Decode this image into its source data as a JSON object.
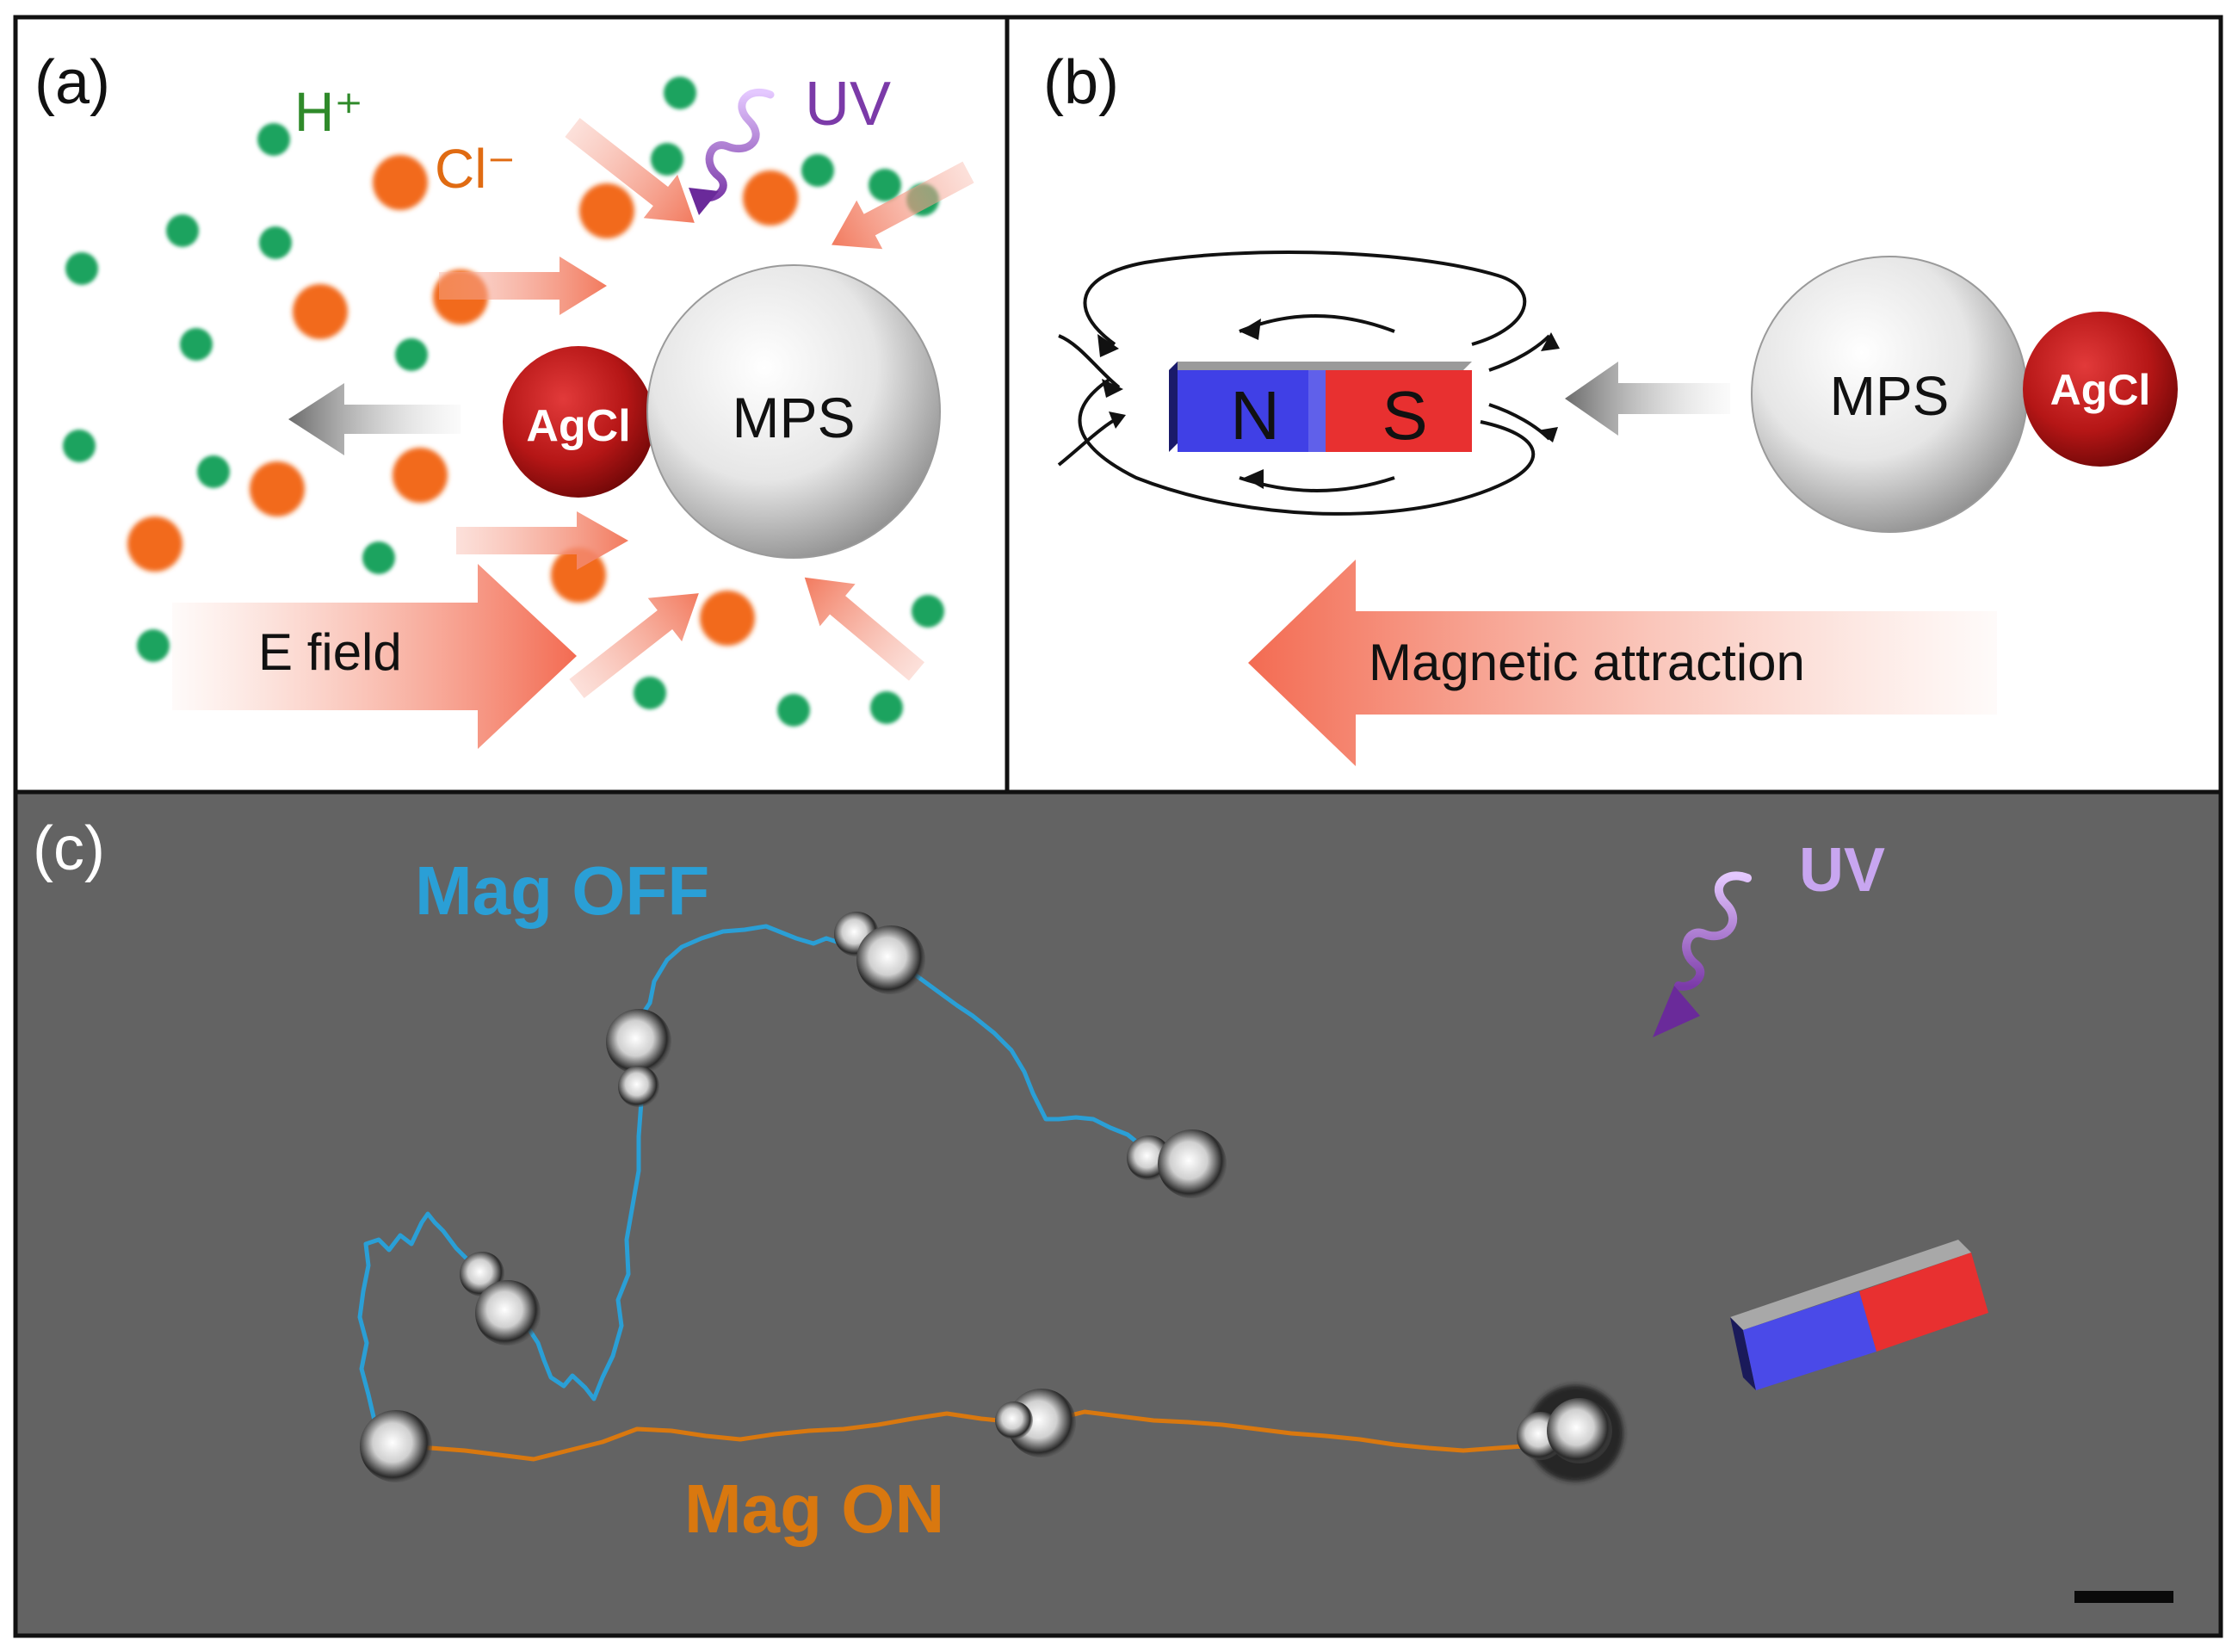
{
  "panel_a": {
    "label": "(a)",
    "proton_label": "H⁺",
    "chloride_label": "Cl⁻",
    "uv_label": "UV",
    "agcl_label": "AgCl",
    "mps_label": "MPS",
    "efield_label": "E field"
  },
  "panel_b": {
    "label": "(b)",
    "north_label": "N",
    "south_label": "S",
    "mps_label": "MPS",
    "agcl_label": "AgCl",
    "attraction_label": "Magnetic attraction"
  },
  "panel_c": {
    "label": "(c)",
    "mag_off_label": "Mag OFF",
    "mag_on_label": "Mag ON",
    "uv_label": "UV"
  },
  "colors": {
    "proton": "#1aa35e",
    "chloride": "#f26a1b",
    "proton_text": "#2f8a2a",
    "chloride_text": "#e06b12",
    "uv_text": "#7b3aa8",
    "uv_text_c": "#c8a6f0",
    "mag_off": "#2a9fd6",
    "mag_on": "#d9780f",
    "agcl": "#b81f1f",
    "north": "#4a4ae8",
    "south": "#e83030",
    "micrograph_bg": "#636363"
  }
}
